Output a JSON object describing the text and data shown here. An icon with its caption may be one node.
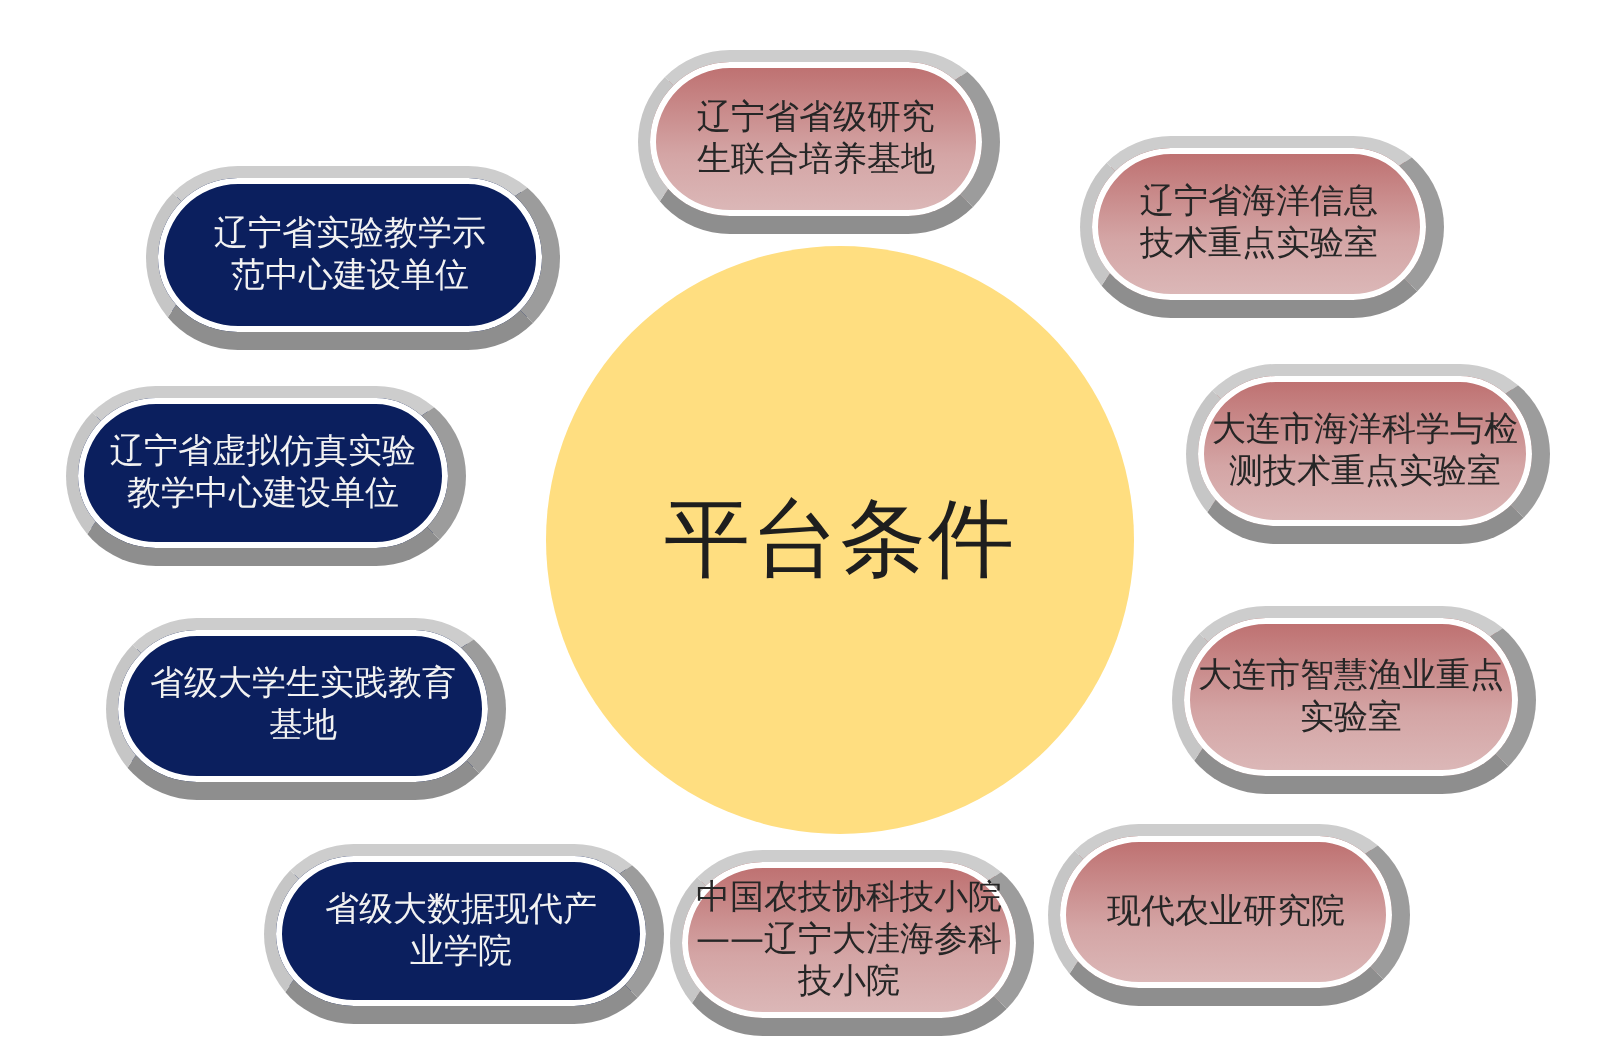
{
  "diagram": {
    "nodes": [
      {
        "text": [
          "平台条件"
        ]
      },
      {
        "text": [
          "辽宁省实验教学示范中心建设单位"
        ]
      },
      {
        "text": [
          "辽宁省虚拟仿真实验教学中心建设单位"
        ]
      },
      {
        "text": [
          "省级大学生实践教育基地"
        ]
      },
      {
        "text": [
          "省级大数据现代产业学院"
        ]
      },
      {
        "text": [
          "辽宁省省级研究生联合培养基地"
        ]
      },
      {
        "text": [
          "辽宁省海洋信息技术重点实验室"
        ]
      },
      {
        "text": [
          "大连市海洋科学与检测技术重点实验室"
        ]
      },
      {
        "text": [
          "大连市智慧渔业重点实验室"
        ]
      },
      {
        "text": [
          "中国农技协科技小院——辽宁大洼海参科技小院"
        ]
      },
      {
        "text": [
          "现代农业研究院"
        ]
      }
    ]
  }
}
